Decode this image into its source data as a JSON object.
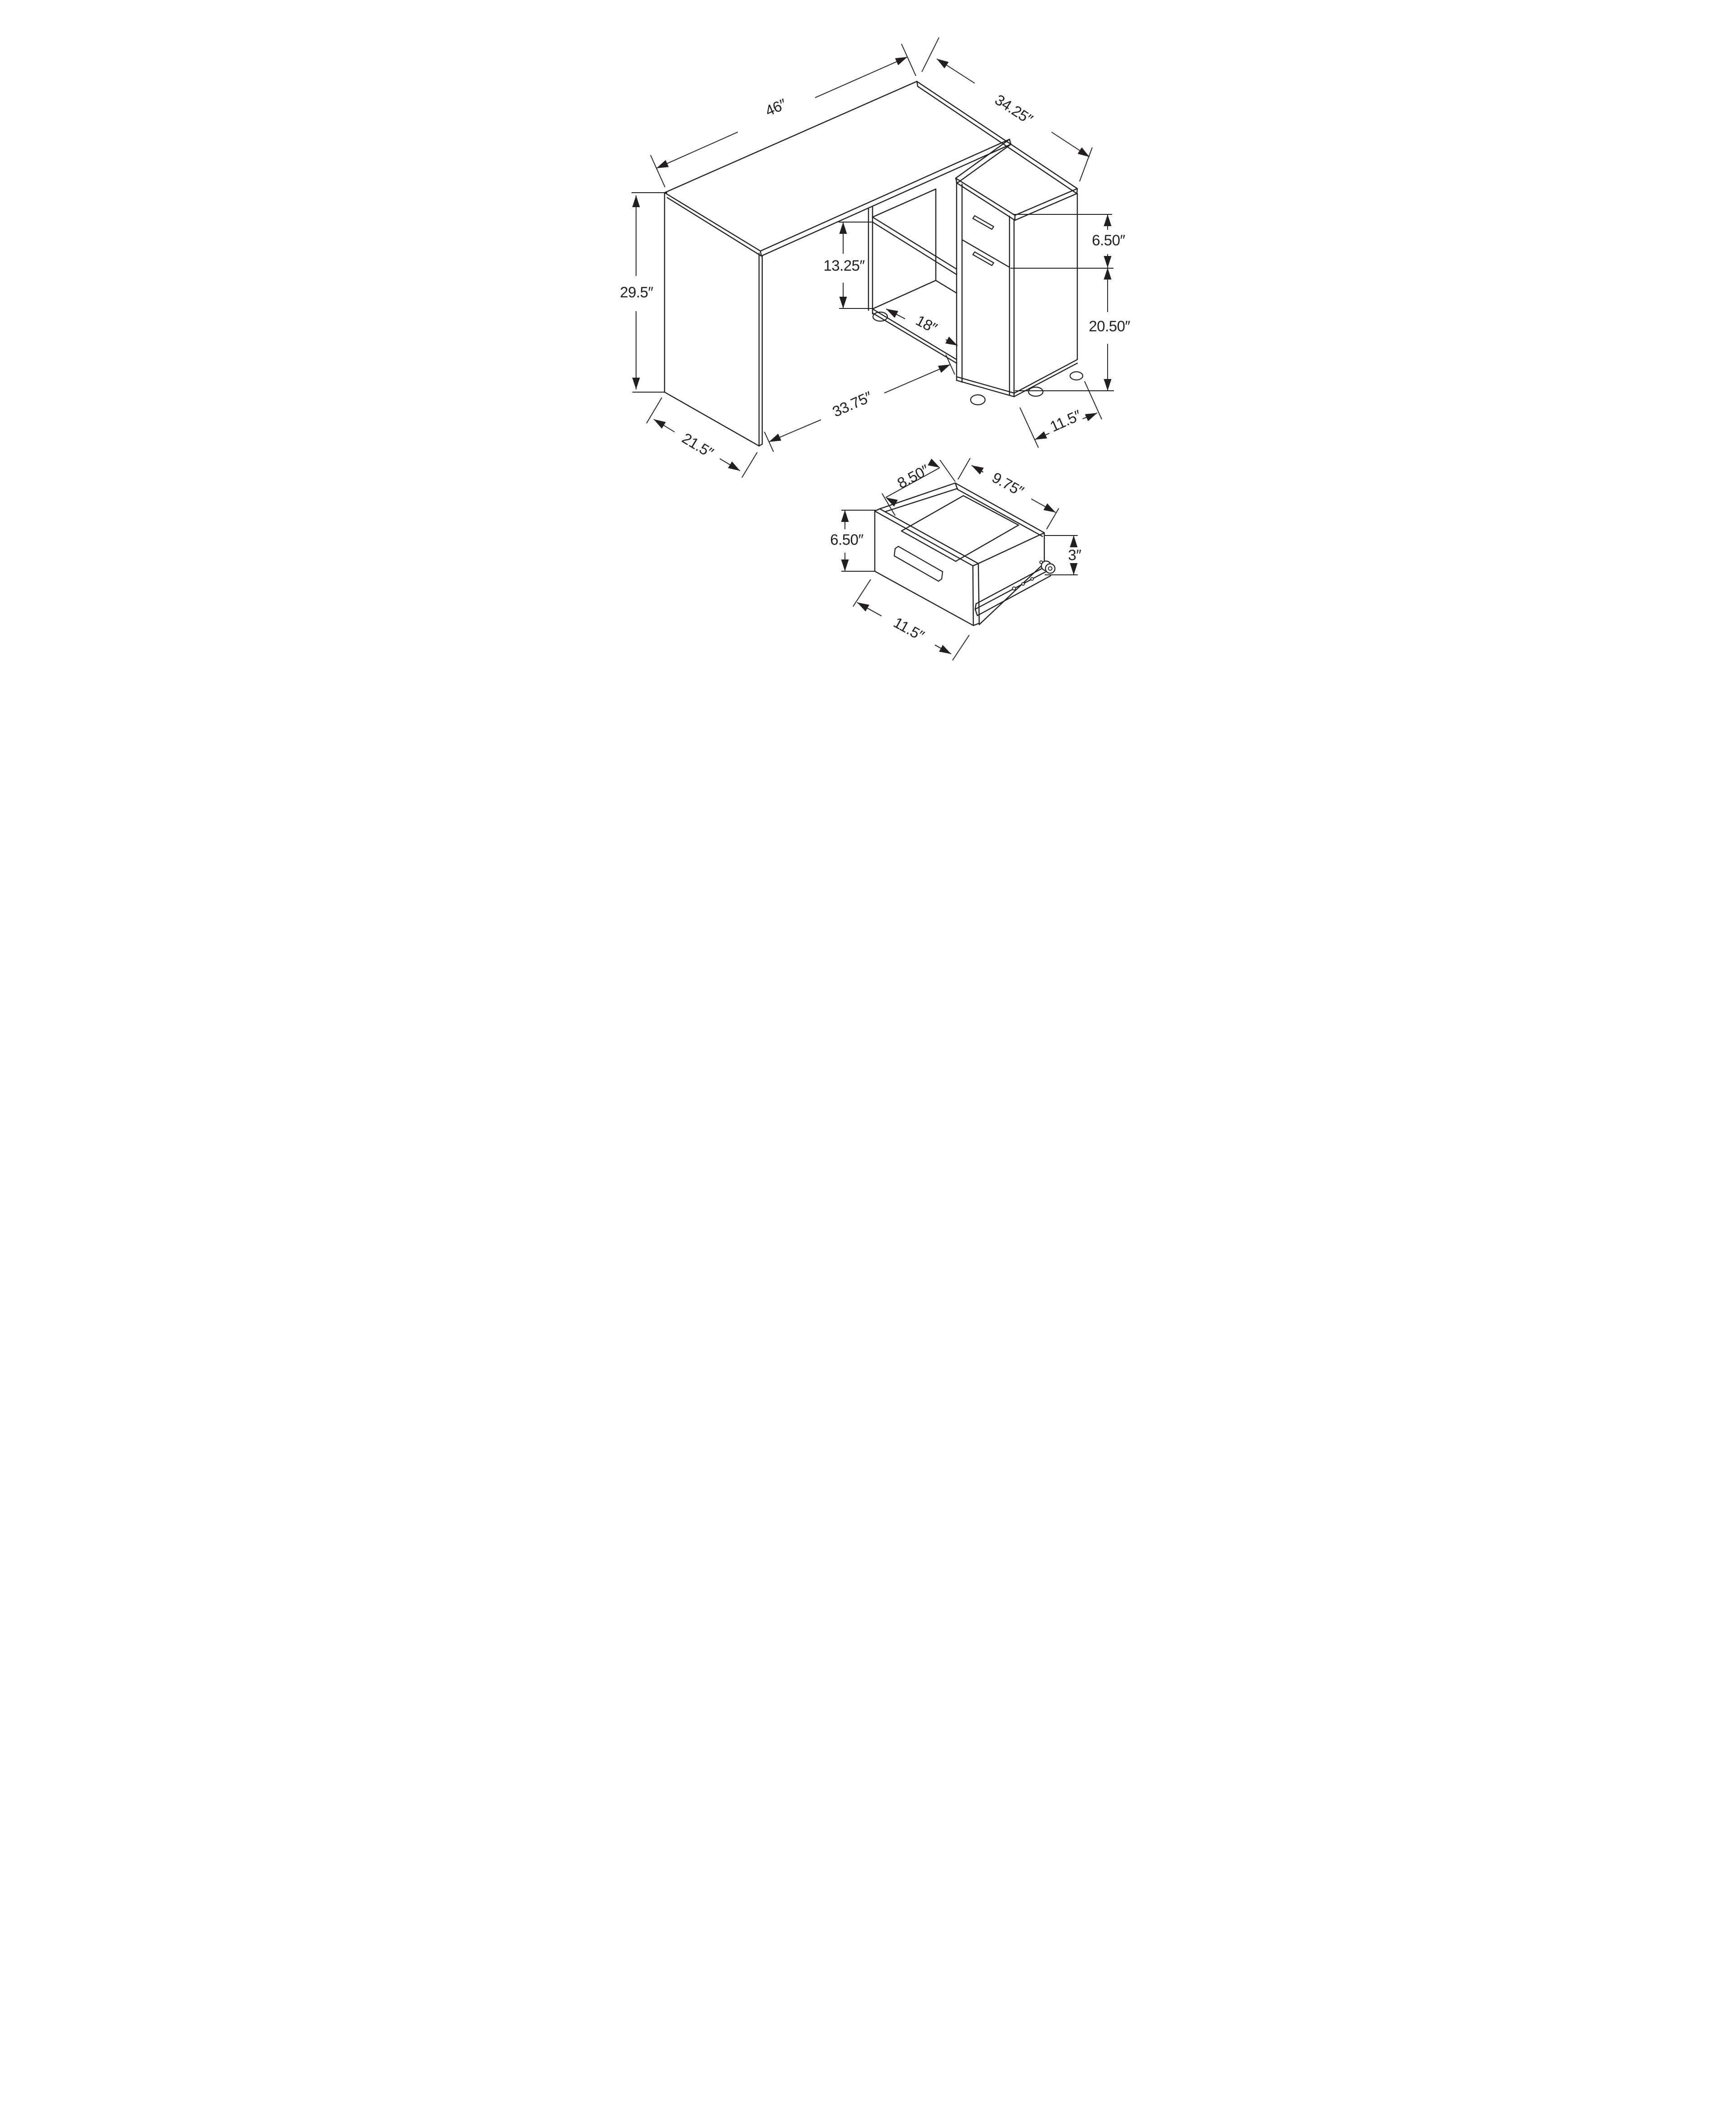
{
  "page": {
    "background": "#ffffff",
    "line_color": "#231f20",
    "unit_mark": "″"
  },
  "diagram": {
    "type": "furniture-dimension-drawing",
    "views": [
      {
        "name": "corner-desk-isometric-view",
        "labels": [
          {
            "id": "w46",
            "text": "46″",
            "meaning": "desk top length"
          },
          {
            "id": "d3425",
            "text": "34.25″",
            "meaning": "total depth at cabinet side"
          },
          {
            "id": "h295",
            "text": "29.5″",
            "meaning": "desk height"
          },
          {
            "id": "s1325",
            "text": "13.25″",
            "meaning": "open shelf clearance height"
          },
          {
            "id": "s18",
            "text": "18″",
            "meaning": "open shelf width"
          },
          {
            "id": "c650",
            "text": "6.50″",
            "meaning": "drawer front height"
          },
          {
            "id": "c2050",
            "text": "20.50″",
            "meaning": "cabinet door height"
          },
          {
            "id": "b3375",
            "text": "33.75″",
            "meaning": "front bottom edge length"
          },
          {
            "id": "p215",
            "text": "21.5″",
            "meaning": "desk top depth at panel side"
          },
          {
            "id": "c115",
            "text": "11.5″",
            "meaning": "cabinet width"
          }
        ]
      },
      {
        "name": "drawer-detail-view",
        "labels": [
          {
            "id": "dr850",
            "text": "8.50″",
            "meaning": "drawer interior depth"
          },
          {
            "id": "dr975",
            "text": "9.75″",
            "meaning": "drawer interior width"
          },
          {
            "id": "dr650",
            "text": "6.50″",
            "meaning": "drawer front height"
          },
          {
            "id": "dr3",
            "text": "3″",
            "meaning": "drawer box side height"
          },
          {
            "id": "dr115",
            "text": "11.5″",
            "meaning": "drawer front width"
          }
        ]
      }
    ]
  }
}
